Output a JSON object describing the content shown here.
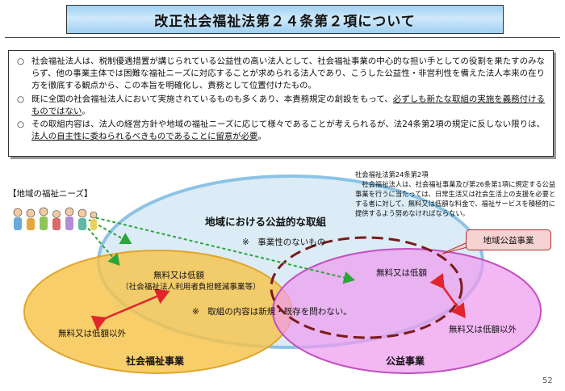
{
  "title": "改正社会福祉法第２４条第２項について",
  "bullets": [
    {
      "mark": "○",
      "parts": [
        {
          "t": "社会福祉法人は、税制優遇措置が講じられている公益性の高い法人として、社会福祉事業の中心的な担い手としての役割を果たすのみならず、他の事業主体では困難な福祉ニーズに対応することが求められる法人であり、こうした公益性・非営利性を備えた法人本来の在り方を徹底する観点から、この本旨を明確化し、責務として位置付けたもの。",
          "u": false
        }
      ]
    },
    {
      "mark": "○",
      "parts": [
        {
          "t": "既に全国の社会福祉法人において実施されているものも多くあり、本責務規定の創設をもって、",
          "u": false
        },
        {
          "t": "必ずしも新たな取組の実施を義務付けるものではない",
          "u": true
        },
        {
          "t": "。",
          "u": false
        }
      ]
    },
    {
      "mark": "○",
      "parts": [
        {
          "t": "その取組内容は、法人の経営方針や地域の福祉ニーズに応じて様々であることが考えられるが、法24条第2項の規定に反しない限りは、",
          "u": false
        },
        {
          "t": "法人の自主性に委ねられるべきものであることに留意が必要",
          "u": true
        },
        {
          "t": "。",
          "u": false
        }
      ]
    }
  ],
  "diagram": {
    "needs_label": "【地域の福祉ニーズ】",
    "circle_public": "地域における公益的な取組",
    "no_business": "※　事業性のないもの",
    "free_low_left": "無料又は低額",
    "free_low_left_sub": "（社会福祉法人利用者負担軽減事業等）",
    "content_note": "※　取組の内容は新規・既存を問わない。",
    "not_free_left": "無料又は低額以外",
    "social_welfare": "社会福祉事業",
    "free_low_right": "無料又は低額",
    "not_free_right": "無料又は低額以外",
    "public_interest": "公益事業",
    "callout": "地域公益事業",
    "note_title": "社会福祉法第24条第2項",
    "note_body": "社会福祉法人は、社会福祉事業及び第26条第1項に規定する公益事業を行うに当たっては、日常生活又は社会生活上の支援を必要とする者に対して、無料又は低額な料金で、福祉サービスを積極的に提供するよう努めなければならない。",
    "colors": {
      "blue_fill": "#cfe5f3",
      "blue_stroke": "#8cc3e6",
      "yellow_fill": "#f7c34a",
      "yellow_stroke": "#e0a52a",
      "pink_fill": "#ee9bef",
      "pink_stroke": "#c24fc2",
      "dashed": "#7a1a1a",
      "green": "#2aa63a",
      "red": "#e0262b"
    }
  },
  "page_number": "52"
}
